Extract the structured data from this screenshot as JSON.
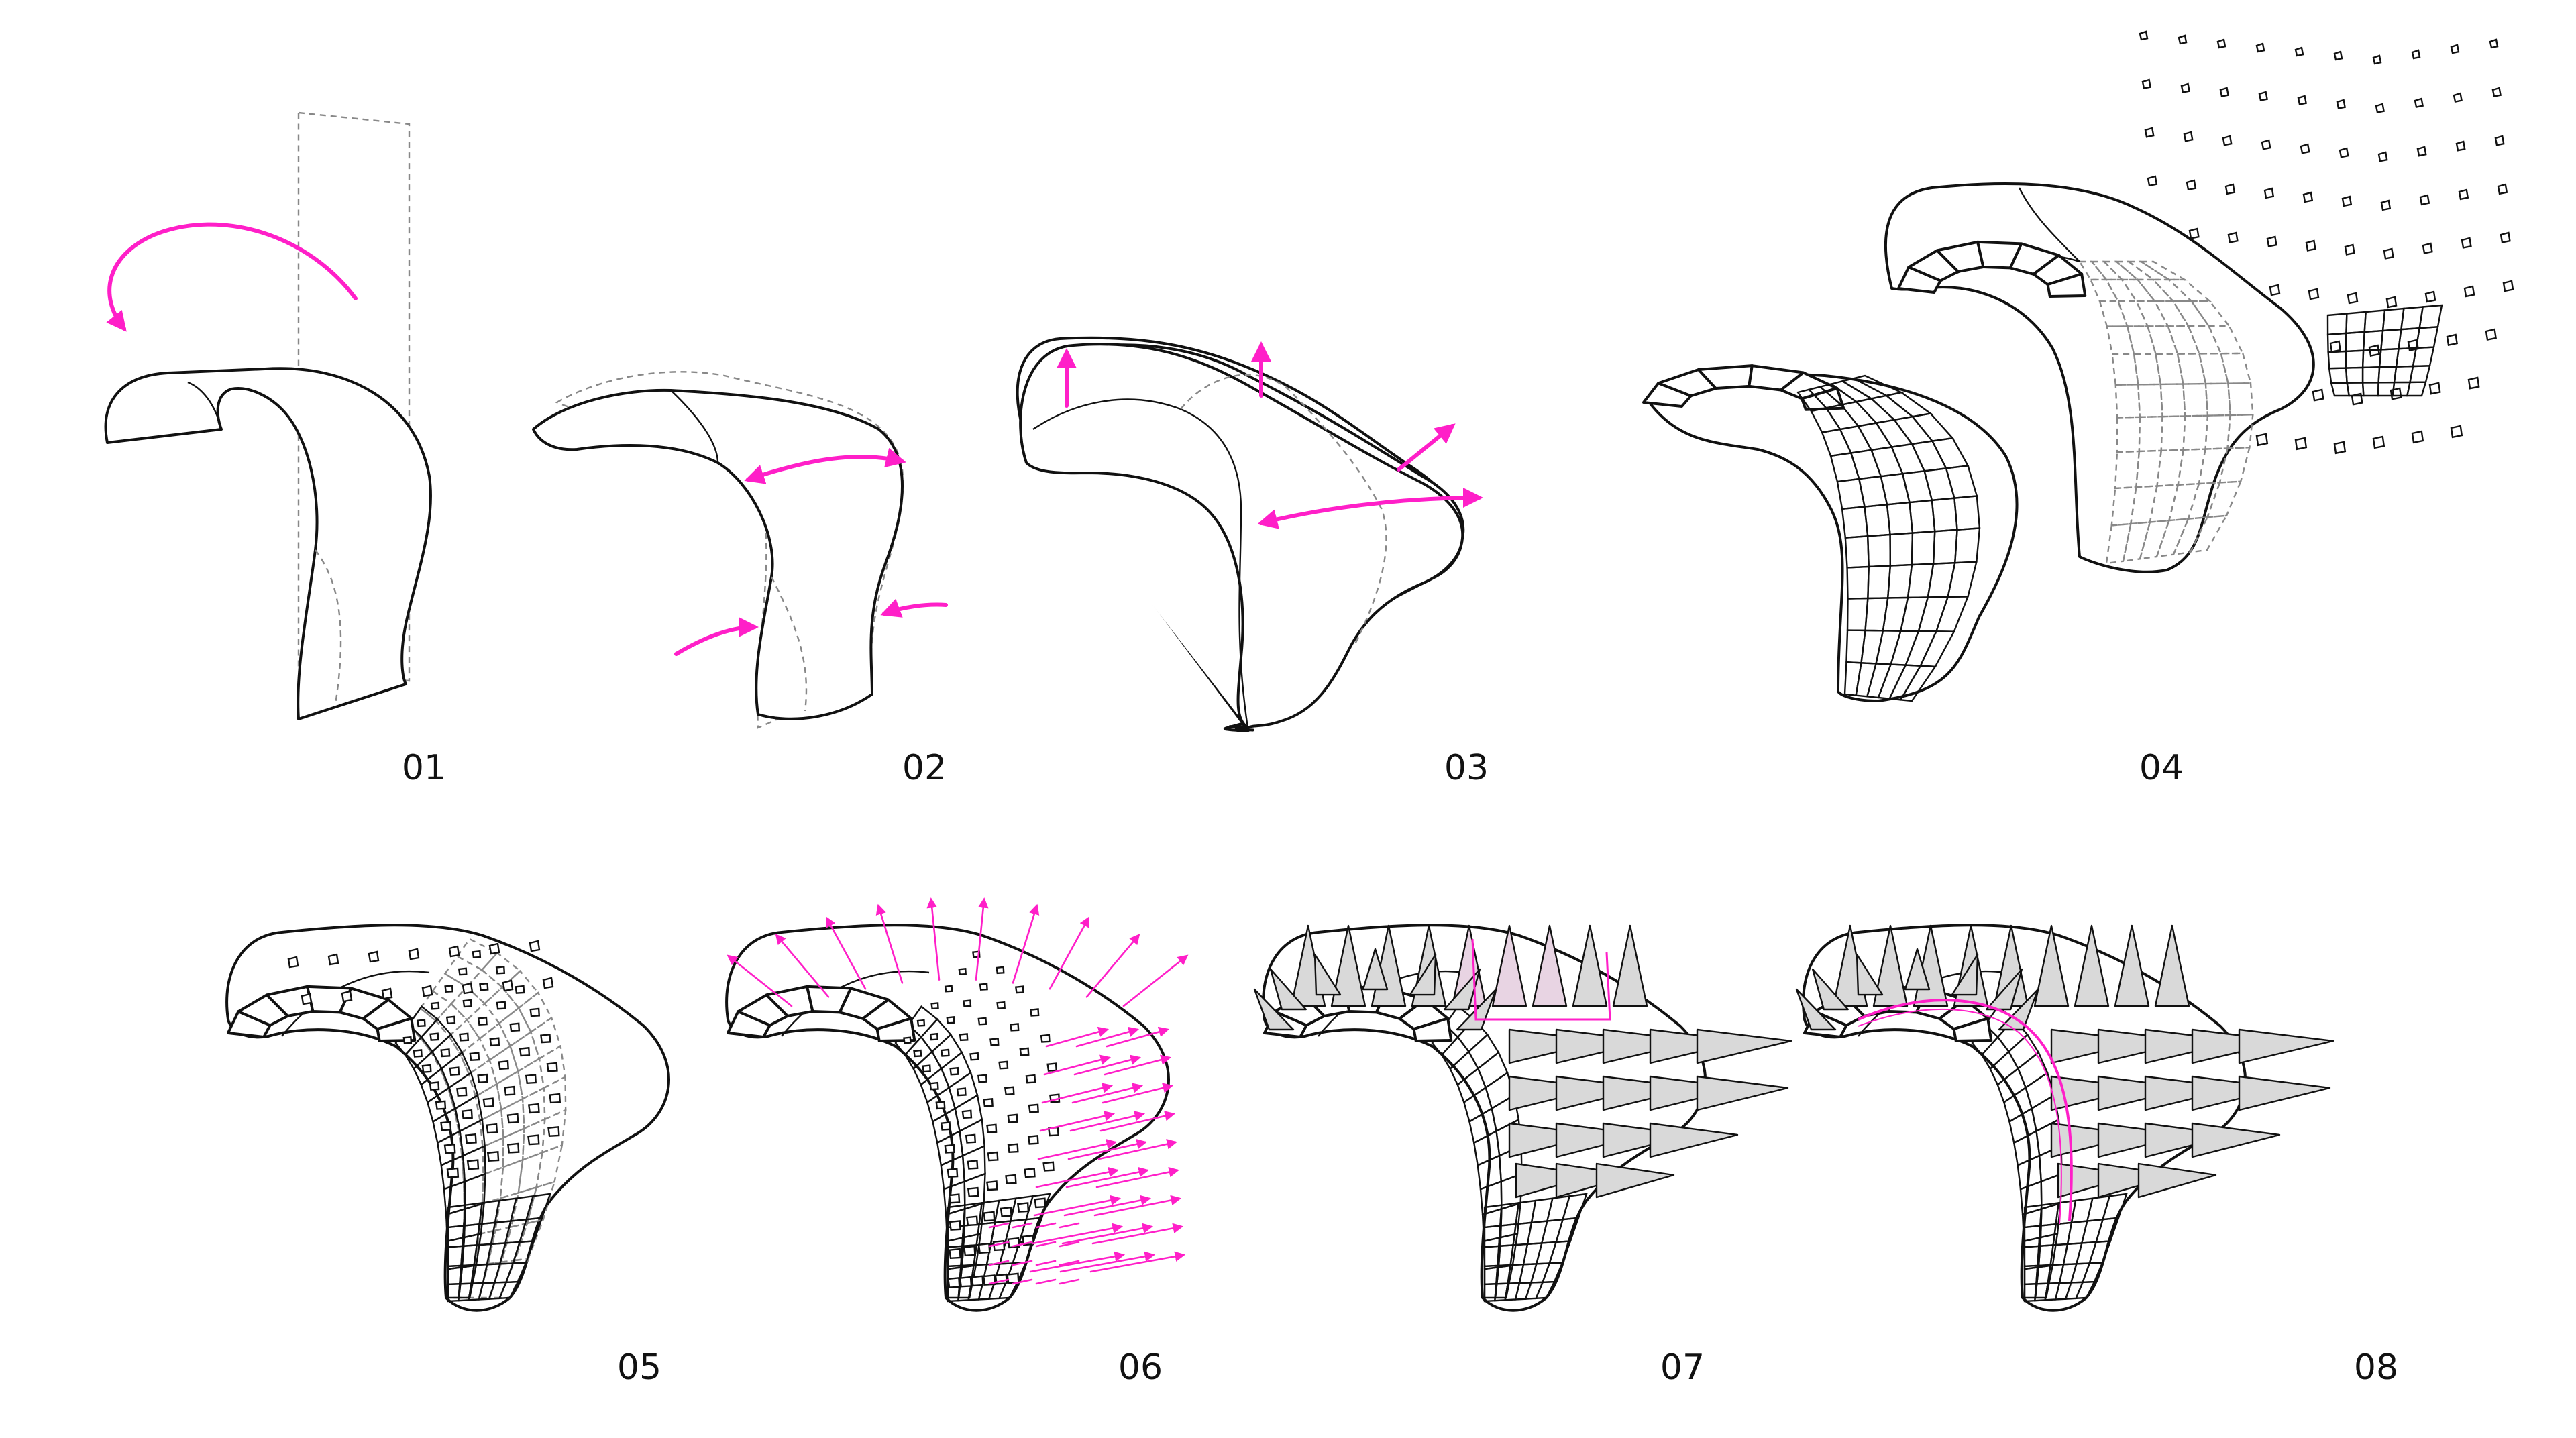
{
  "steps": [
    {
      "label": "01"
    },
    {
      "label": "02"
    },
    {
      "label": "03"
    },
    {
      "label": "04"
    },
    {
      "label": "05"
    },
    {
      "label": "06"
    },
    {
      "label": "07"
    },
    {
      "label": "08"
    }
  ],
  "colors": {
    "accent": "#ff1fc8",
    "line": "#111111",
    "dashed": "#888888",
    "spike_fill": "#d9d9d9",
    "background": "#ffffff"
  }
}
